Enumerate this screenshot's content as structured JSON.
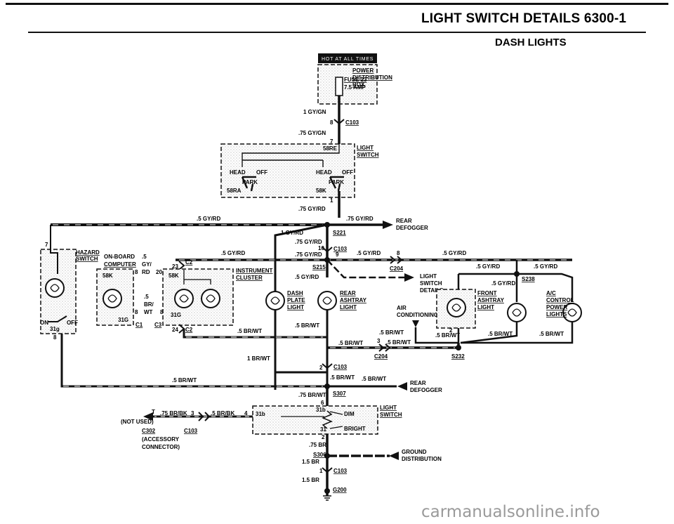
{
  "header": {
    "title": "LIGHT SWITCH DETAILS  6300-1",
    "subtitle": "DASH LIGHTS"
  },
  "watermark": "carmanualsonline.info",
  "labels": {
    "hot": "HOT AT ALL TIMES",
    "power_dist_1": "POWER",
    "power_dist_2": "DISTRIBUTION",
    "power_dist_3": "BOX",
    "fuse": "FUSE 23",
    "fuse_amp": "7.5 AMP",
    "w_1gygn": "1 GY/GN",
    "pin8": "8",
    "c103a": "C103",
    "w_75gygn": ".75 GY/GN",
    "pin7": "7",
    "ls_light": "LIGHT",
    "ls_switch": "SWITCH",
    "t58re": "58RE",
    "head_l": "HEAD",
    "off_l": "OFF",
    "park_l": "PARK",
    "t58ra": "58RA",
    "head_r": "HEAD",
    "off_r": "OFF",
    "park_r": "PARK",
    "t58k": "58K",
    "pin1": "1",
    "w_75gyrd_a": ".75 GY/RD",
    "w_5gyrd_top": ".5 GY/RD",
    "w_75gyrd_b": ".75 GY/RD",
    "rear_def_1": "REAR",
    "rear_def_2": "DEFOGGER",
    "w_1gyrd": "1 GY/RD",
    "s221": "S221",
    "w_75gyrd_c": ".75 GY/RD",
    "pin10": "10",
    "c103b": "C103",
    "w_75gyrd_d": ".75 GY/RD",
    "pin9": "9",
    "w_5gyrd_m1": ".5 GY/RD",
    "pin8b": "8",
    "w_5gyrd_m2": ".5 GY/RD",
    "c204a": "C204",
    "w_5gyrd_m3": ".5 GY/RD",
    "w_5gyrd_m4": ".5 GY/RD",
    "s215": "S215",
    "w_5gyrd_m5": ".5 GY/RD",
    "lsd_1": "LIGHT",
    "lsd_2": "SWITCH",
    "lsd_3": "DETAILS",
    "w_5gyrd_m6": ".5 GY/RD",
    "s238": "S238",
    "hazard_1": "HAZARD",
    "hazard_2": "SWITCH",
    "pin7b": "7",
    "obc_1": "ON-BOARD",
    "obc_2": "COMPUTER",
    "obc_w1": ".5",
    "obc_w2": "GY/",
    "obc_w3": "RD",
    "pin8c": "8",
    "pin20": "20",
    "pin23": "23",
    "c2a": "C2",
    "w_5gyrd_ic": ".5 GY/RD",
    "ic_1": "INSTRUMENT",
    "ic_2": "CLUSTER",
    "t58k_b": "58K",
    "t58k_c": "58K",
    "obc_br1": ".5",
    "obc_br2": "BR/",
    "obc_br3": "WT",
    "pin8d": "8",
    "pin8e": "8",
    "t31g_a": "31G",
    "t31g_b": "31G",
    "c1": "C1",
    "c3": "C3",
    "pin24": "24",
    "c2b": "C2",
    "w_5brwt_ic": ".5 BR/WT",
    "on_l": "ON",
    "off_hz": "OFF",
    "t31g_c": "31g",
    "pin8f": "8",
    "dash_1": "DASH",
    "dash_2": "PLATE",
    "dash_3": "LIGHT",
    "ash_1": "REAR",
    "ash_2": "ASHTRAY",
    "ash_3": "LIGHT",
    "ac_c_1": "AIR",
    "ac_c_2": "CONDITIONING",
    "fa_1": "FRONT",
    "fa_2": "ASHTRAY",
    "fa_3": "LIGHT",
    "acc_1": "A/C",
    "acc_2": "CONTROL",
    "acc_3": "POWER",
    "acc_4": "LIGHTS",
    "w_5brwt_a": ".5 BR/WT",
    "w_5brwt_b": ".5 BR/WT",
    "w_5brwt_c": ".5 BR/WT",
    "pin2a": "2",
    "w_5brwt_d": ".5 BR/WT",
    "w_5brwt_e": ".5 BR/WT",
    "w_5brwt_f": ".5 BR/WT",
    "pin3": "3",
    "w_5brwt_g": ".5 BR/WT",
    "c204b": "C204",
    "s232": "S232",
    "w_1brwt": "1 BR/WT",
    "pin2b": "2",
    "c103c": "C103",
    "w_5brwt_h": ".5 BR/WT",
    "w_5brwt_i": ".5 BR/WT",
    "rear_def2_1": "REAR",
    "rear_def2_2": "DEFOGGER",
    "w_5brwt_j": ".5 BR/WT",
    "w_75brwt": ".75 BR/WT",
    "s307": "S307",
    "pin6": "6",
    "t31b_a": "31b",
    "t31b_b": "31b",
    "dim": "DIM",
    "ls2_1": "LIGHT",
    "ls2_2": "SWITCH",
    "bright": "BRIGHT",
    "t31": "31",
    "pin2c": "2",
    "not_used": "(NOT USED)",
    "pin_t": "T",
    "w_75brbk": ".75 BR/BK",
    "pin3b": "3",
    "w_5brbk": ".5 BR/BK",
    "pin4": "4",
    "c302": "C302",
    "c103d": "C103",
    "acc_conn_1": "(ACCESSORY",
    "acc_conn_2": "CONNECTOR)",
    "w_75br": ".75 BR",
    "s306": "S306",
    "gd_1": "GROUND",
    "gd_2": "DISTRIBUTION",
    "w_15br_a": "1.5 BR",
    "pin1b": "1",
    "c103e": "C103",
    "w_15br_b": "1.5 BR",
    "g200": "G200"
  }
}
